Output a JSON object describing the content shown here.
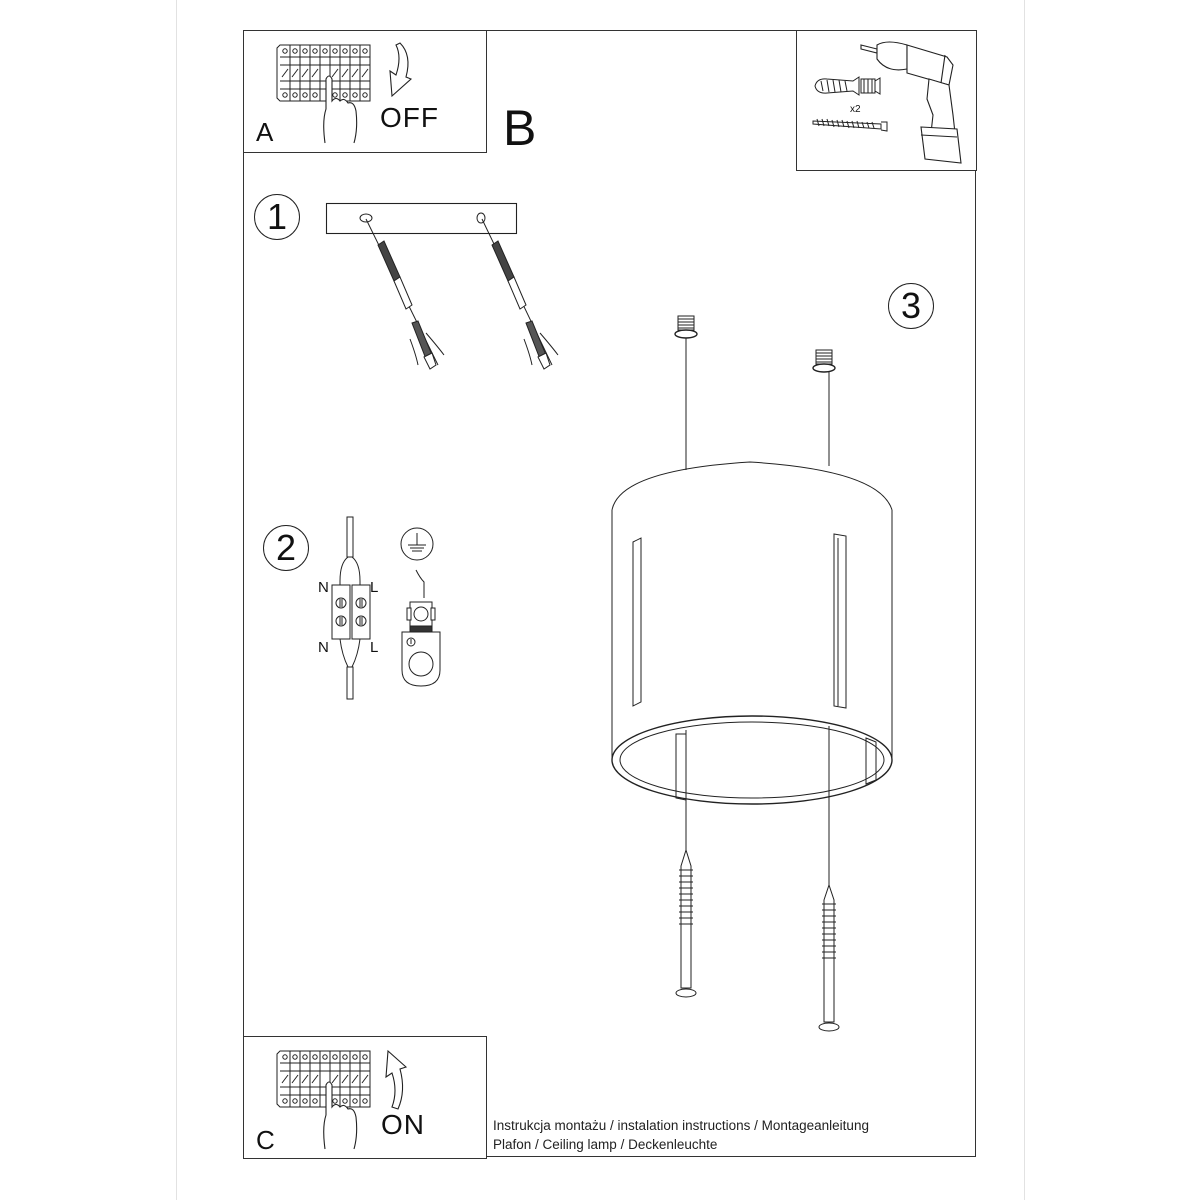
{
  "document": {
    "type": "installation instructions sheet",
    "line_color": "#222222",
    "background": "#ffffff"
  },
  "panel_a": {
    "letter": "A",
    "state_label": "OFF",
    "icons": [
      "circuit-breaker-icon",
      "hand-icon",
      "arrow-down-icon"
    ]
  },
  "panel_b": {
    "letter": "B"
  },
  "tools_panel": {
    "quantity_label": "x2",
    "icons": [
      "drill-icon",
      "wall-plug-icon",
      "screw-icon"
    ]
  },
  "step_1": {
    "number": "1",
    "icons": [
      "mounting-bracket-icon",
      "wall-plug-icon",
      "screw-icon"
    ]
  },
  "step_2": {
    "number": "2",
    "labels": {
      "top_left": "N",
      "top_right": "L",
      "bottom_left": "N",
      "bottom_right": "L"
    },
    "icons": [
      "terminal-block-icon",
      "ground-symbol-icon",
      "ground-terminal-icon"
    ]
  },
  "step_3": {
    "number": "3",
    "icons": [
      "lamp-cylinder-icon",
      "screw-icon",
      "threaded-insert-icon"
    ]
  },
  "panel_c": {
    "letter": "C",
    "state_label": "ON",
    "icons": [
      "circuit-breaker-icon",
      "hand-icon",
      "arrow-up-icon"
    ]
  },
  "footer": {
    "line_1": "Instrukcja montażu / instalation instructions / Montageanleitung",
    "line_2": "Plafon / Ceiling lamp / Deckenleuchte"
  }
}
